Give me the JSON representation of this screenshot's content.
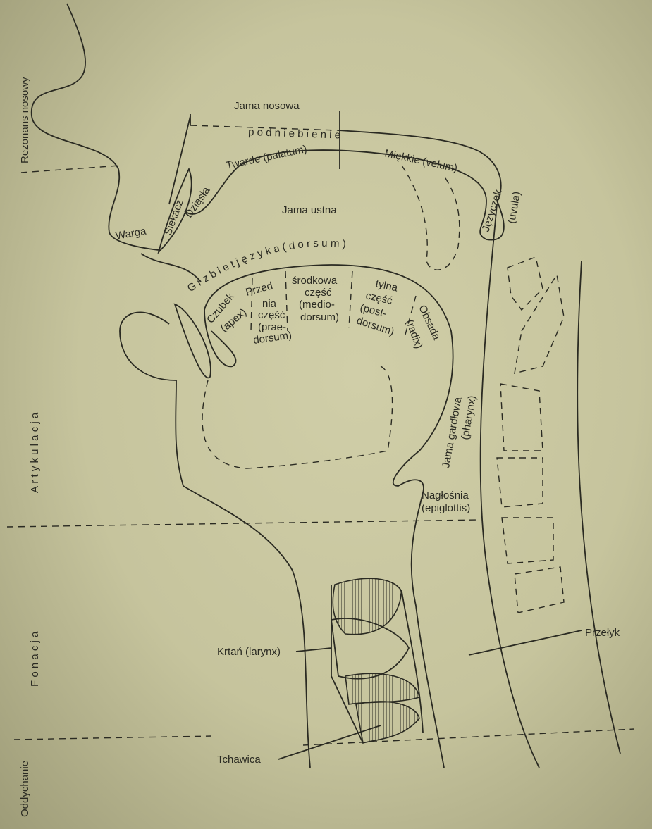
{
  "sections": {
    "nasal": "Rezonans nosowy",
    "articulation": "A r t y k u l a c j a",
    "phonation": "F o n a c j a",
    "breathing": "Oddychanie"
  },
  "labels": {
    "nasal_cavity": "Jama nosowa",
    "palate": "p o d n i e b i e n i e",
    "hard_palate": "Twarde (palatum)",
    "soft_palate": "Miękkie (velum)",
    "uvula_1": "Języczek",
    "uvula_2": "(uvula)",
    "gums": "Dziąsła",
    "incisor": "Siekacz",
    "lip": "Warga",
    "oral_cavity": "Jama ustna",
    "dorsum": "G r z b i e t   j ę z y k a   ( d o r s u m )",
    "apex_1": "Czubek",
    "apex_2": "(apex)",
    "prae_1": "Przed",
    "prae_2": "nia",
    "prae_3": "część",
    "prae_4": "(prae-",
    "prae_5": "dorsum)",
    "medio_1": "środkowa",
    "medio_2": "część",
    "medio_3": "(medio-",
    "medio_4": "dorsum)",
    "post_1": "tylna",
    "post_2": "część",
    "post_3": "(post-",
    "post_4": "dorsum)",
    "radix_1": "Obsada",
    "radix_2": "(radix)",
    "pharynx_1": "Jama gardłowa",
    "pharynx_2": "(pharynx)",
    "epiglottis_1": "Nagłośnia",
    "epiglottis_2": "(epiglottis)",
    "larynx": "Krtań (larynx)",
    "trachea": "Tchawica",
    "esophagus": "Przełyk"
  }
}
